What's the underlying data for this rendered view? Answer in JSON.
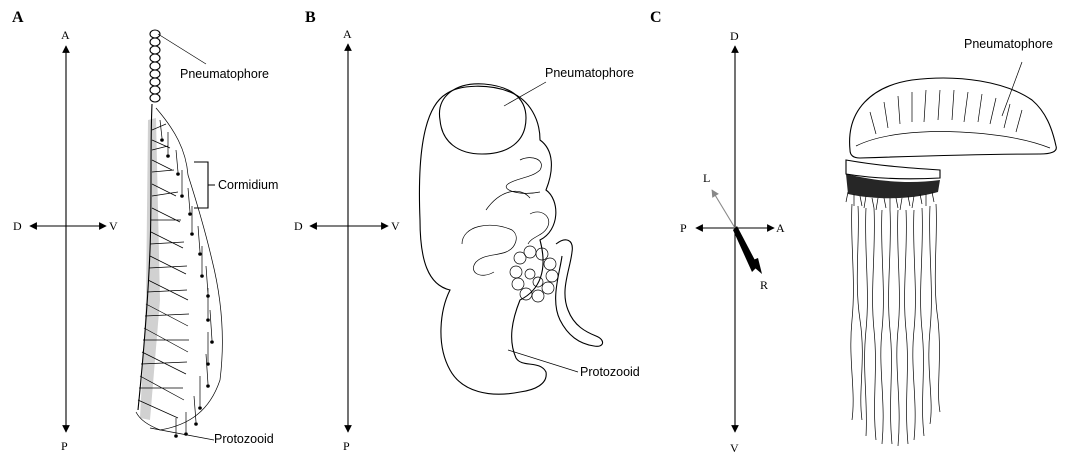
{
  "panels": [
    {
      "letter": "A",
      "axes": {
        "top": "A",
        "bottom": "P",
        "left": "D",
        "right": "V"
      },
      "callouts": {
        "pneumatophore": "Pneumatophore",
        "cormidium": "Cormidium",
        "protozooid": "Protozooid"
      }
    },
    {
      "letter": "B",
      "axes": {
        "top": "A",
        "bottom": "P",
        "left": "D",
        "right": "V"
      },
      "callouts": {
        "pneumatophore": "Pneumatophore",
        "protozooid": "Protozooid"
      }
    },
    {
      "letter": "C",
      "axes": {
        "top": "D",
        "bottom": "V",
        "left": "P",
        "right": "A",
        "oblique_left": "L",
        "oblique_right": "R"
      },
      "callouts": {
        "pneumatophore": "Pneumatophore"
      }
    }
  ],
  "colors": {
    "ink": "#000000",
    "left_axis_arrow": "#888888",
    "background": "#ffffff"
  }
}
